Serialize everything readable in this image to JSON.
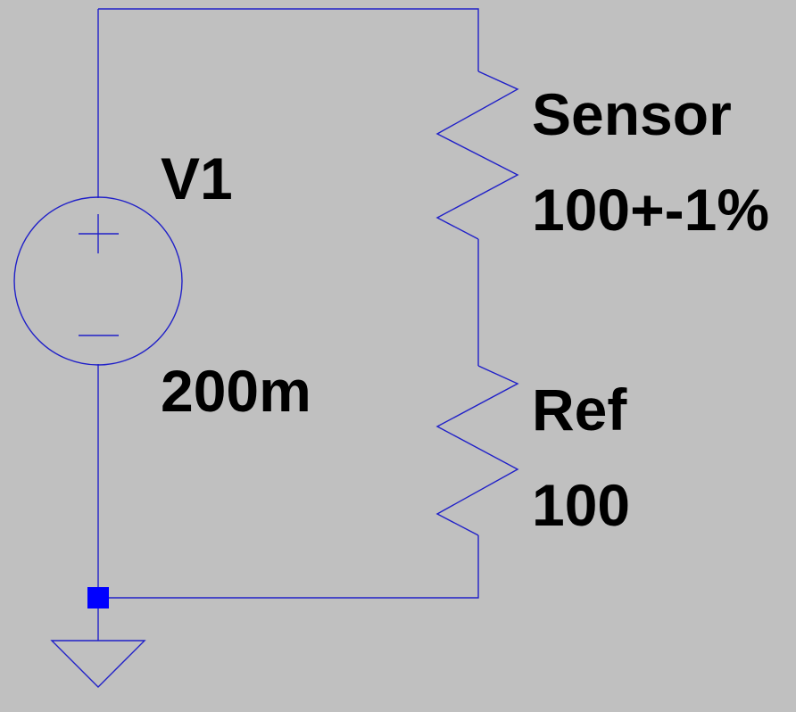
{
  "canvas": {
    "background": "#c0c0c0"
  },
  "colors": {
    "wire": "#2020c8",
    "junction": "#0000ff",
    "text": "#000000"
  },
  "components": {
    "v1": {
      "name": "V1",
      "value": "200m",
      "type": "voltage-source"
    },
    "sensor": {
      "name": "Sensor",
      "value": "100+-1%",
      "type": "resistor"
    },
    "ref": {
      "name": "Ref",
      "value": "100",
      "type": "resistor"
    }
  },
  "symbols": {
    "plus": "+",
    "minus": "−",
    "ground": "ground-symbol",
    "junction": "node-junction"
  }
}
